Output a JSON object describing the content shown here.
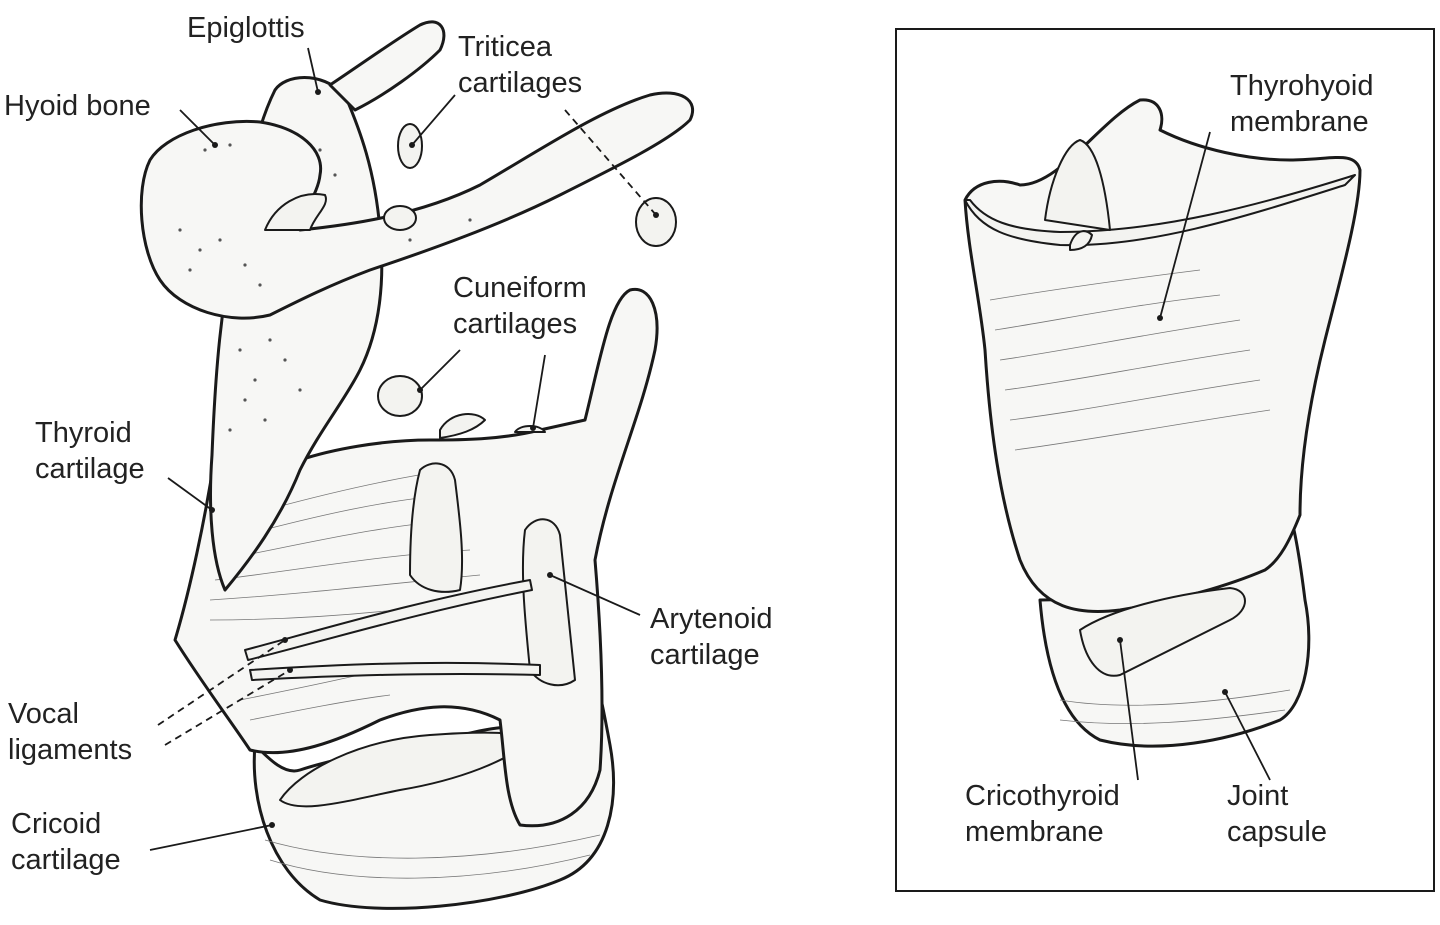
{
  "left_view": {
    "labels": {
      "epiglottis": "Epiglottis",
      "hyoid_bone": "Hyoid bone",
      "triticea_cartilages": [
        "Triticea",
        "cartilages"
      ],
      "cuneiform_cartilages": [
        "Cuneiform",
        "cartilages"
      ],
      "thyroid_cartilage": [
        "Thyroid",
        "cartilage"
      ],
      "arytenoid_cartilage": [
        "Arytenoid",
        "cartilage"
      ],
      "vocal_ligaments": [
        "Vocal",
        "ligaments"
      ],
      "cricoid_cartilage": [
        "Cricoid",
        "cartilage"
      ]
    }
  },
  "right_view": {
    "labels": {
      "thyrohyoid_membrane": [
        "Thyrohyoid",
        "membrane"
      ],
      "cricothyroid_membrane": [
        "Cricothyroid",
        "membrane"
      ],
      "joint_capsule": [
        "Joint",
        "capsule"
      ]
    }
  }
}
